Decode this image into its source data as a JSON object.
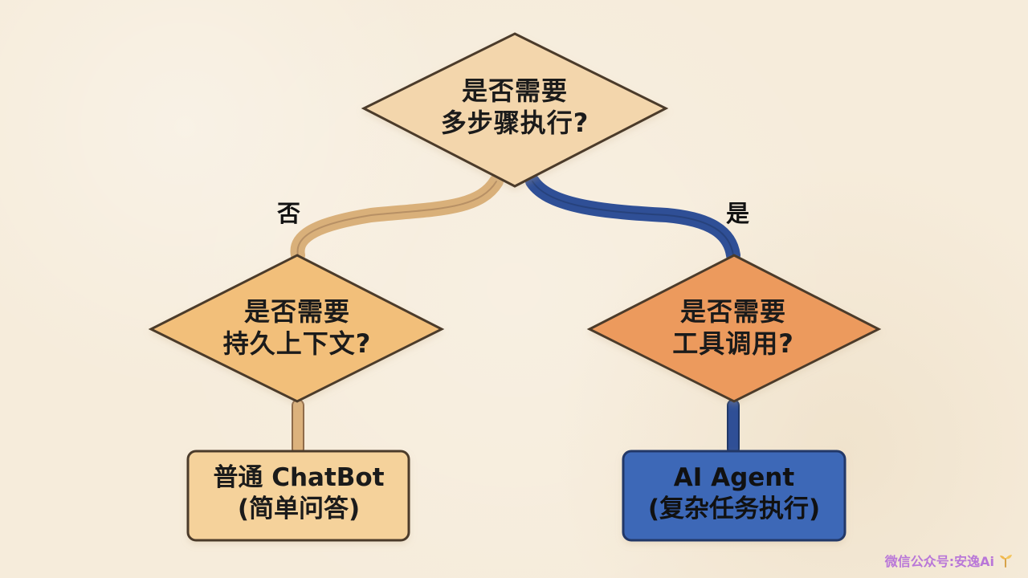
{
  "diagram": {
    "root": {
      "line1": "是否需要",
      "line2": "多步骤执行?"
    },
    "branches": {
      "left_label": "否",
      "right_label": "是"
    },
    "left_decision": {
      "line1": "是否需要",
      "line2": "持久上下文?"
    },
    "right_decision": {
      "line1": "是否需要",
      "line2": "工具调用?"
    },
    "left_result": {
      "line1": "普通 ChatBot",
      "line2": "(简单问答)"
    },
    "right_result": {
      "line1": "AI Agent",
      "line2": "(复杂任务执行)"
    }
  },
  "watermark": {
    "text": "微信公众号:安逸Ai",
    "icon": "sprout-icon"
  },
  "colors": {
    "background": "#f6ecdb",
    "top_diamond": "#f3d6ac",
    "left_diamond": "#f2bf7a",
    "right_diamond": "#ec9a5d",
    "left_box": "#f5d29b",
    "right_box": "#3e68b7",
    "left_path": "#d9b07a",
    "right_path": "#2f4f96",
    "outline": "#4c3b2c",
    "watermark": "#b977d8"
  }
}
